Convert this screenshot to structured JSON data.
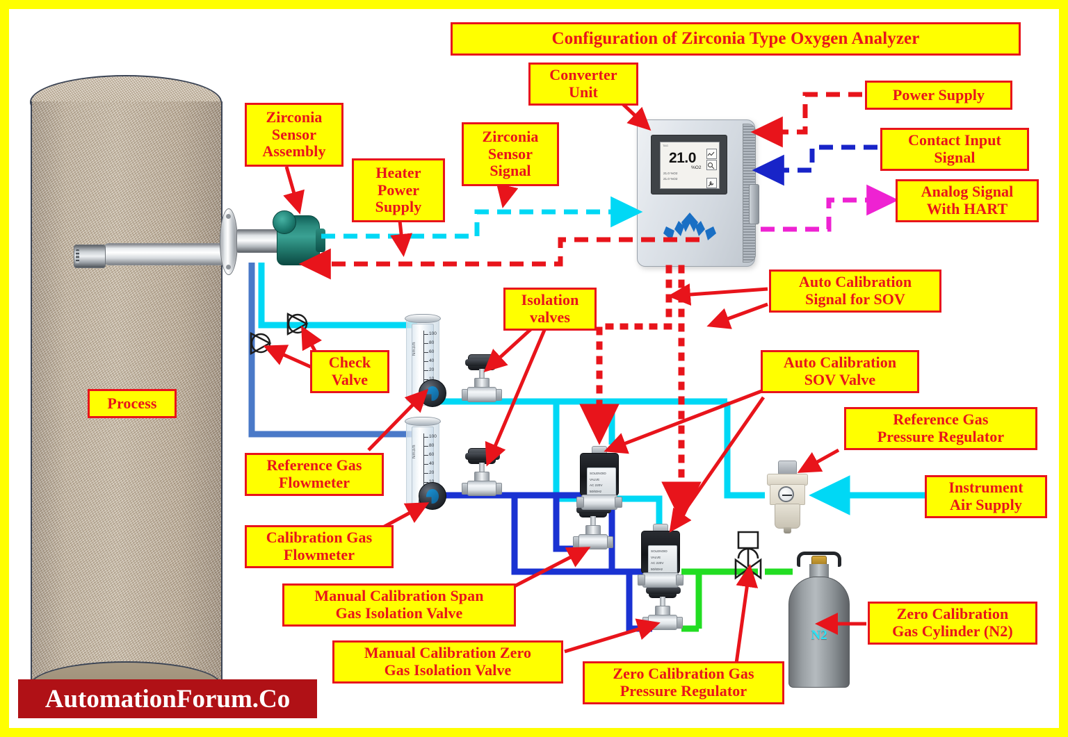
{
  "title": "Configuration of Zirconia Type Oxygen Analyzer",
  "watermark": "AutomationForum.Co",
  "labels": {
    "converter_unit": "Converter\nUnit",
    "zirconia_sensor_assembly": "Zirconia\nSensor\nAssembly",
    "heater_power_supply": "Heater\nPower\nSupply",
    "zirconia_sensor_signal": "Zirconia\nSensor\nSignal",
    "power_supply": "Power Supply",
    "contact_input_signal": "Contact Input\nSignal",
    "analog_signal_with_hart": "Analog Signal\nWith HART",
    "auto_calibration_signal_for_sov": "Auto Calibration\nSignal for SOV",
    "auto_calibration_sov_valve": "Auto Calibration\nSOV Valve",
    "reference_gas_pressure_regulator": "Reference Gas\nPressure Regulator",
    "instrument_air_supply": "Instrument\nAir Supply",
    "isolation_valves": "Isolation\nvalves",
    "check_valve": "Check\nValve",
    "process": "Process",
    "reference_gas_flowmeter": "Reference Gas\nFlowmeter",
    "calibration_gas_flowmeter": "Calibration Gas\nFlowmeter",
    "manual_calibration_span_gas_isolation_valve": "Manual Calibration Span\nGas Isolation Valve",
    "manual_calibration_zero_gas_isolation_valve": "Manual Calibration Zero\nGas Isolation Valve",
    "zero_calibration_gas_pressure_regulator": "Zero Calibration Gas\nPressure Regulator",
    "zero_calibration_gas_cylinder": "Zero Calibration\nGas Cylinder (N2)"
  },
  "converter_display": {
    "tag": "TAG",
    "value": "21.0",
    "unit": "%O2",
    "row1": "21.0 %O2",
    "row2": "21.0 %O2",
    "softkey_trend": "trend-icon",
    "softkey_zoom": "zoom-icon",
    "softkey_tool": "wrench-icon"
  },
  "cylinder": {
    "gas_name": "N2"
  },
  "flowmeters": {
    "reference": {
      "name": "Reference Gas Flowmeter",
      "scale": [
        "100",
        "80",
        "60",
        "40",
        "20",
        "10"
      ],
      "side_text": "Nm3/h"
    },
    "calibration": {
      "name": "Calibration Gas Flowmeter",
      "scale": [
        "100",
        "80",
        "60",
        "40",
        "20",
        "10"
      ],
      "side_text": "Nm3/h"
    }
  },
  "sov_plate_lines": [
    "SOLENOID",
    "VALVE",
    "AC 220V",
    "50/60Hz"
  ],
  "colors": {
    "label_fill": "#ffff00",
    "label_border": "#e8141b",
    "label_text": "#e8141b",
    "frame": "#ffff00",
    "red_signal": "#e8141b",
    "blue_signal": "#1824c8",
    "magenta_signal": "#ee22d2",
    "cyan_pipe": "#00d8f5",
    "blue_pipe": "#1a32d2",
    "green_pipe": "#22dd22",
    "steel_blue_pipe": "#4a79c8",
    "watermark_bg": "#b01116",
    "cylinder_text": "#27e4f7"
  },
  "legend_signal_types": {
    "heater_power_supply": "red dashed",
    "zirconia_sensor_signal": "cyan dashed",
    "power_supply": "red dashed",
    "contact_input_signal": "blue dashed",
    "analog_signal_with_hart": "magenta dashed",
    "auto_calibration_signal_for_sov": "red dotted"
  }
}
